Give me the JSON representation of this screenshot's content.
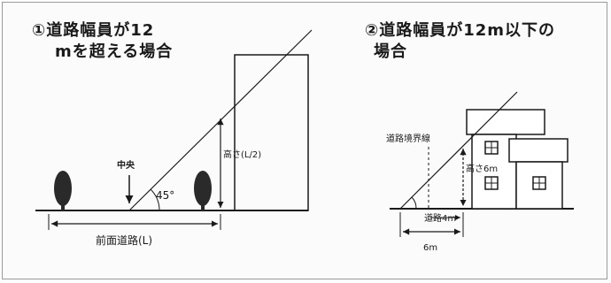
{
  "left_diagram": {
    "title_line1": "①道路幅員が12",
    "title_line2": "mを超える場合",
    "center_label": "中央",
    "angle_label": "45°",
    "height_label": "高さ(L/2)",
    "road_label": "前面道路(L)"
  },
  "right_diagram": {
    "title_line1": "②道路幅員が12m以下の",
    "title_line2": "場合",
    "boundary_label": "道路境界線",
    "height_label": "高さ6m",
    "road_label": "道路4m",
    "distance_label": "6m"
  },
  "colors": {
    "line": "#1a1a1a",
    "tree": "#2a2a2a",
    "frame": "#999999"
  }
}
